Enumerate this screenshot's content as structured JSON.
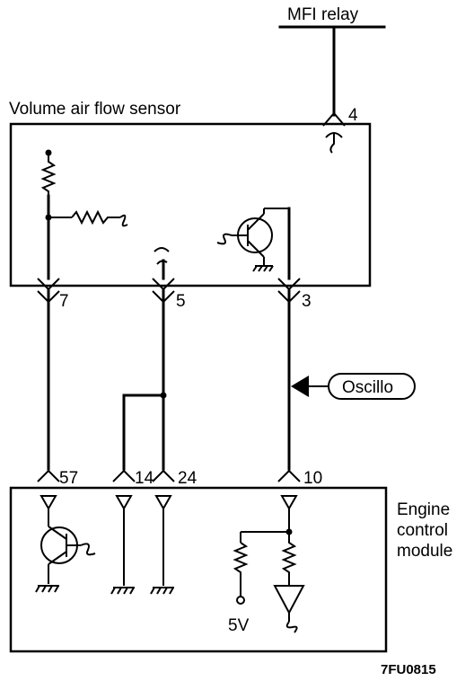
{
  "labels": {
    "relay": "MFI relay",
    "sensor": "Volume air flow sensor",
    "ecm_line1": "Engine",
    "ecm_line2": "control",
    "ecm_line3": "module",
    "oscillo": "Oscillo",
    "voltage": "5V",
    "figure_code": "7FU0815"
  },
  "pins": {
    "p4": "4",
    "p7": "7",
    "p5": "5",
    "p3": "3",
    "p57": "57",
    "p14": "14",
    "p24": "24",
    "p10": "10"
  }
}
